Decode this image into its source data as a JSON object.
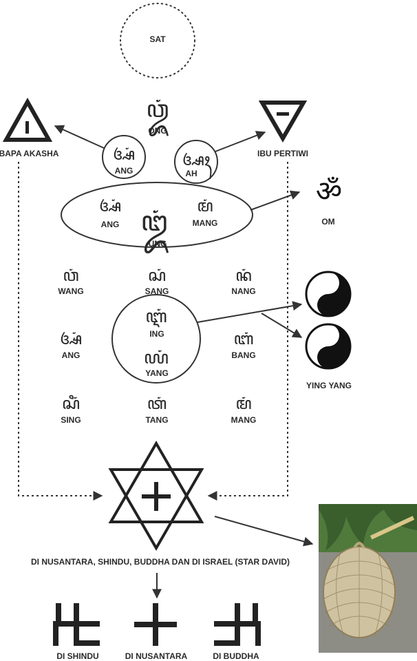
{
  "labels": {
    "sat": "SAT",
    "ong": "ONG",
    "bapa_akasha": "BAPA AKASHA",
    "ibu_pertiwi": "IBU PERTIWI",
    "ang_top": "ANG",
    "ah": "AH",
    "ang_mid": "ANG",
    "ung": "UNG",
    "mang_mid": "MANG",
    "om": "OM",
    "wang": "WANG",
    "sang": "SANG",
    "nang": "NANG",
    "ing": "ING",
    "yang": "YANG",
    "ang_low": "ANG",
    "bang": "BANG",
    "sing": "SING",
    "tang": "TANG",
    "mang_low": "MANG",
    "ying_yang": "YING YANG",
    "star_caption": "DI NUSANTARA, SHINDU, BUDDHA DAN  DI ISRAEL (STAR DAVID)",
    "di_shindu": "DI SHINDU",
    "di_nusantara": "DI NUSANTARA",
    "di_buddha": "DI BUDDHA"
  },
  "symbols": {
    "om_glyph": "ॐ",
    "ong_glyph": "ꦎꦁ",
    "ang_glyph": "ꦄꦁ",
    "ah_glyph": "ꦄꦃ",
    "ung_glyph": "ꦈꦁ",
    "mang_glyph": "ꦩꦁ",
    "wang_glyph": "ꦮꦁ",
    "sang_glyph": "ꦱꦁ",
    "nang_glyph": "ꦤꦁ",
    "ing_glyph": "ꦆꦁ",
    "yang_glyph": "ꦪꦁ",
    "bang_glyph": "ꦧꦁ",
    "sing_glyph": "ꦱꦶꦁ",
    "tang_glyph": "ꦠꦁ",
    "mang2_glyph": "ꦩꦁ"
  },
  "colors": {
    "ink": "#2a2a2a",
    "photo_green": "#4f7a3c",
    "photo_stone": "#8d8d86",
    "basket": "#cfc2a0"
  }
}
